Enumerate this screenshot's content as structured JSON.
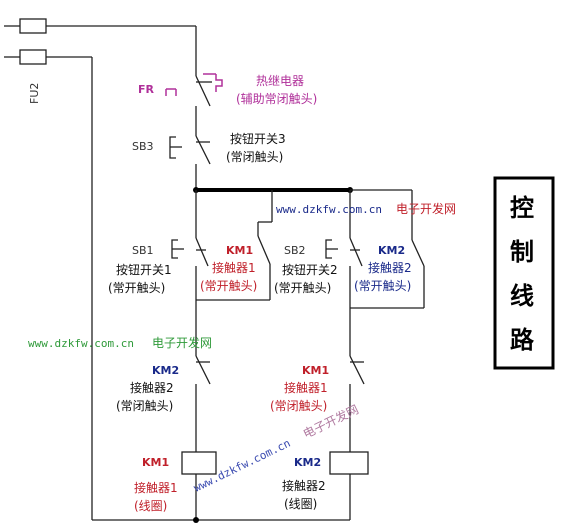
{
  "side_label": "控制线路",
  "side_chars": [
    "控",
    "制",
    "线",
    "路"
  ],
  "fuse_label": "FU2",
  "fr": {
    "tag": "FR",
    "line1": "热继电器",
    "line2": "(辅助常闭触头)"
  },
  "sb3": {
    "tag": "SB3",
    "line1": "按钮开关3",
    "line2": "(常闭触头)"
  },
  "sb1": {
    "tag": "SB1",
    "line1": "按钮开关1",
    "line2": "(常开触头)"
  },
  "km1_no": {
    "tag": "KM1",
    "line1": "接触器1",
    "line2": "(常开触头)"
  },
  "sb2": {
    "tag": "SB2",
    "line1": "按钮开关2",
    "line2": "(常开触头)"
  },
  "km2_no": {
    "tag": "KM2",
    "line1": "接触器2",
    "line2": "(常开触头)"
  },
  "km2_nc": {
    "tag": "KM2",
    "line1": "接触器2",
    "line2": "(常闭触头)"
  },
  "km1_nc": {
    "tag": "KM1",
    "line1": "接触器1",
    "line2": "(常闭触头)"
  },
  "km1_coil": {
    "tag": "KM1",
    "line1": "接触器1",
    "line2": "(线圈)"
  },
  "km2_coil": {
    "tag": "KM2",
    "line1": "接触器2",
    "line2": "(线圈)"
  },
  "watermarks": [
    {
      "url": "www.dzkfw.com.cn",
      "name": "电子开发网"
    },
    {
      "url": "www.dzkfw.com.cn",
      "name": "电子开发网"
    },
    {
      "url": "www.dzkfw.com.cn",
      "name": "电子开发网"
    }
  ]
}
